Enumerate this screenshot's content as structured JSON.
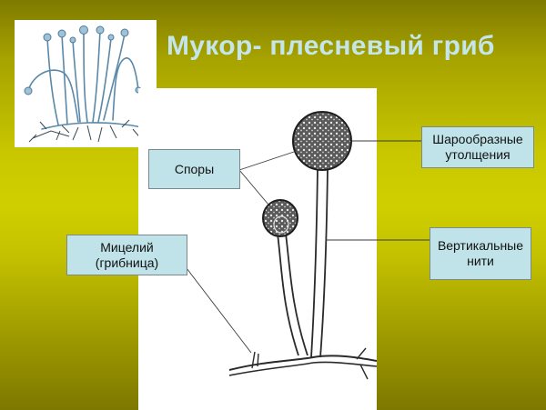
{
  "slide": {
    "title": "Мукор- плесневый гриб",
    "background": {
      "top": "#7e7a00",
      "middle": "#cfcf00",
      "bottom": "#7d7800"
    },
    "title_color": "#c4e6ea",
    "label_fill": "#bfe3e8"
  },
  "thumbnail": {
    "description": "mucor-colony-drawing"
  },
  "diagram": {
    "description": "mucor-sporangiophores-drawing"
  },
  "labels": {
    "spores": {
      "line1": "Споры"
    },
    "sporangia": {
      "line1": "Шарообразные",
      "line2": "утолщения"
    },
    "mycelium": {
      "line1": "Мицелий",
      "line2": "(грибница)"
    },
    "hyphae": {
      "line1": "Вертикальные",
      "line2": "нити"
    }
  }
}
